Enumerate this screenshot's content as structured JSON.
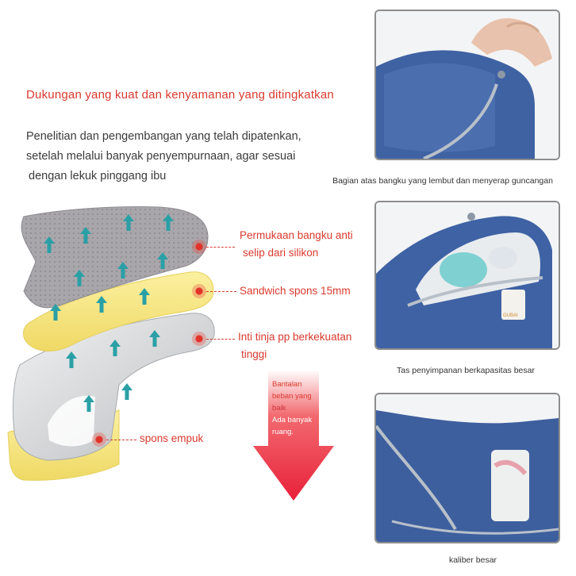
{
  "headline": "Dukungan yang kuat dan kenyamanan yang ditingkatkan",
  "intro": {
    "lines": [
      "Penelitian dan pengembangan yang telah dipatenkan,",
      "setelah melalui banyak penyempurnaan, agar sesuai",
      "dengan lekuk pinggang ibu"
    ]
  },
  "layers": {
    "callout_1": [
      "Permukaan bangku anti",
      "selip dari silikon"
    ],
    "callout_2": "Sandwich spons 15mm",
    "callout_3": [
      "Inti tinja pp berkekuatan",
      "tinggi"
    ],
    "callout_4": "spons empuk"
  },
  "arrow": {
    "lines": [
      "Bantalan",
      "beban yang",
      "baik",
      "Ada banyak",
      "ruang."
    ]
  },
  "photos": {
    "top_caption": "Bagian atas bangku yang lembut dan menyerap guncangan",
    "middle_caption": "Tas penyimpanan berkapasitas besar",
    "middle_label": "GUBAI",
    "bottom_caption": "kaliber besar"
  },
  "colors": {
    "accent_red": "#d93a2e",
    "denim_blue": "#3d5f9e",
    "foam_yellow": "#f3e27a",
    "silicone_grey": "#9c9a9c",
    "core_grey": "#d4d6d8",
    "airflow_teal": "#2aa0a6"
  }
}
